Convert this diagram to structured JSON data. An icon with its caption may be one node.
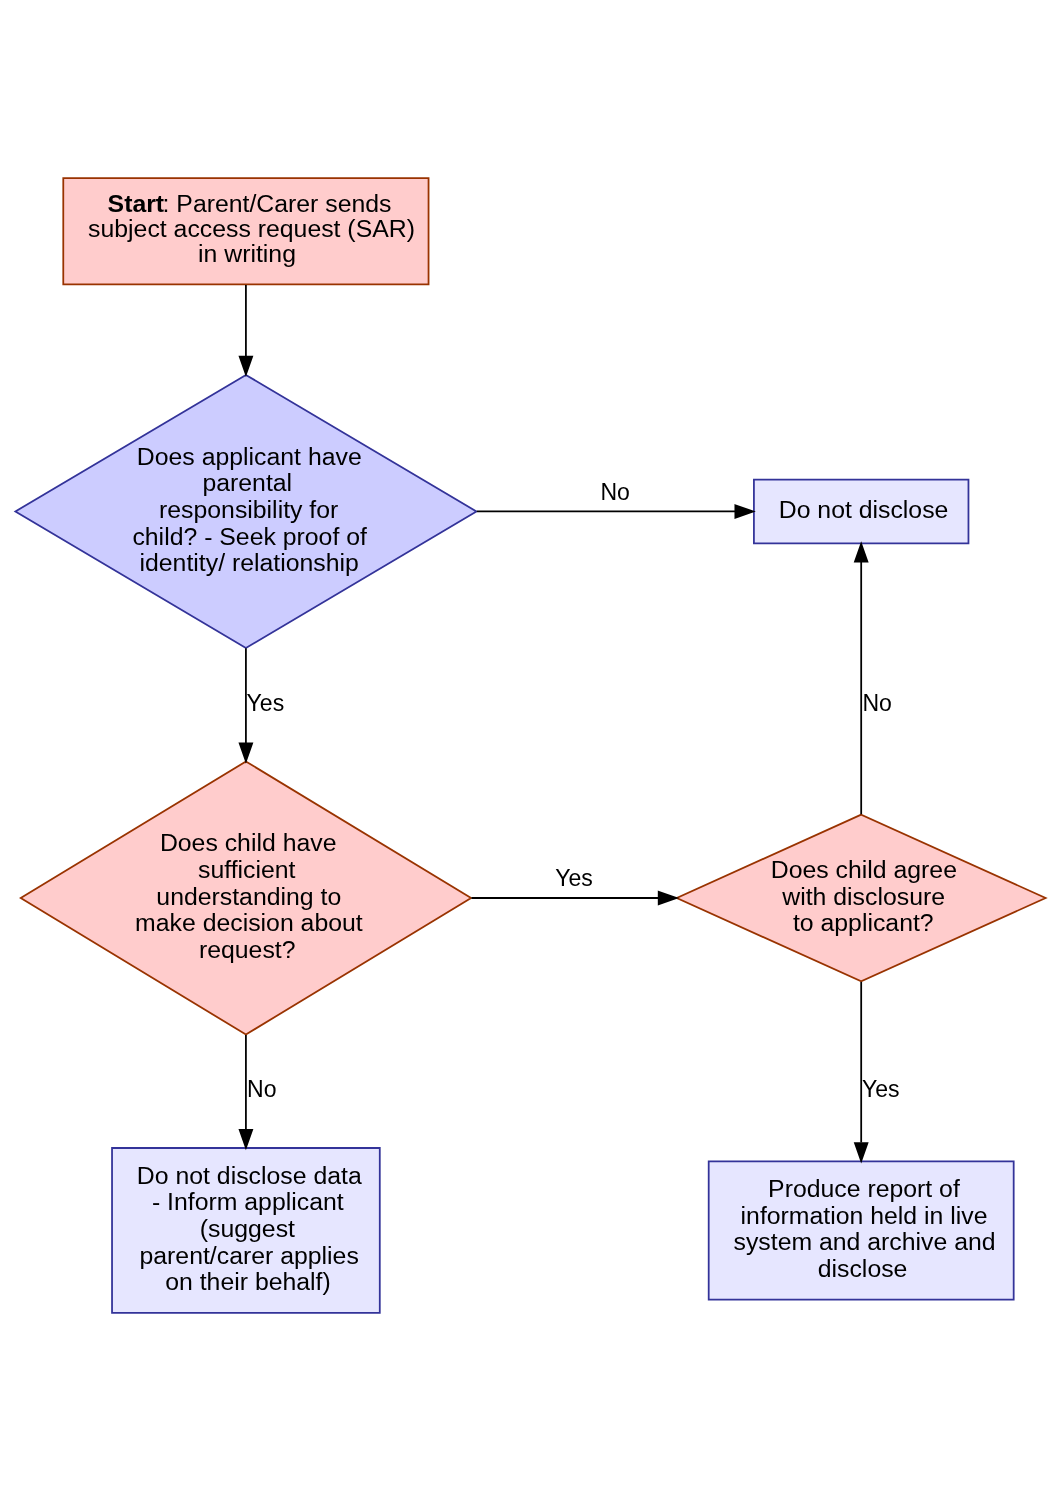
{
  "diagram": {
    "nodes": [
      {
        "text": [
          "**Start**: Parent/Carer sends subject access request (SAR) in writing"
        ]
      },
      {
        "text": [
          "Does applicant have parental responsibility for child? - Seek proof of identity/ relationship"
        ]
      },
      {
        "text": [
          "Do not disclose"
        ]
      },
      {
        "text": [
          "Does child have sufficient understanding to make decision about request?"
        ]
      },
      {
        "text": [
          "Does child agree with disclosure to applicant?"
        ]
      },
      {
        "text": [
          "Do not disclose data - Inform applicant (suggest parent/carer applies on their behalf)"
        ]
      },
      {
        "text": [
          "Produce report of information held in live system and archive and disclose"
        ]
      }
    ],
    "edges": [
      {
        "from": 0,
        "to": 1,
        "arrow": "to"
      },
      {
        "from": 1,
        "to": 2,
        "label": "No",
        "arrow": "to"
      },
      {
        "from": 1,
        "to": 3,
        "label": "Yes",
        "arrow": "to"
      },
      {
        "from": 3,
        "to": 4,
        "label": "Yes",
        "arrow": "to"
      },
      {
        "from": 3,
        "to": 5,
        "label": "No",
        "arrow": "to"
      },
      {
        "from": 4,
        "to": 2,
        "label": "No",
        "arrow": "to"
      },
      {
        "from": 4,
        "to": 6,
        "label": "Yes",
        "arrow": "to"
      }
    ]
  }
}
